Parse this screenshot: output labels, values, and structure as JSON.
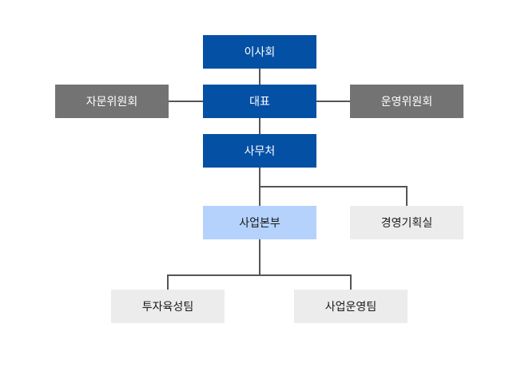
{
  "org_chart": {
    "board": {
      "label": "이사회",
      "color": "#0450a4"
    },
    "ceo": {
      "label": "대표",
      "color": "#0450a4"
    },
    "advisory_committee": {
      "label": "자문위원회",
      "color": "#737373"
    },
    "steering_committee": {
      "label": "운영위원회",
      "color": "#737373"
    },
    "secretariat": {
      "label": "사무처",
      "color": "#0450a4"
    },
    "business_division": {
      "label": "사업본부",
      "color": "#b4d2fc"
    },
    "management_planning": {
      "label": "경영기획실",
      "color": "#ececec"
    },
    "investment_team": {
      "label": "투자육성팀",
      "color": "#ececec"
    },
    "operations_team": {
      "label": "사업운영팀",
      "color": "#ececec"
    },
    "connector_color": "#555555"
  }
}
